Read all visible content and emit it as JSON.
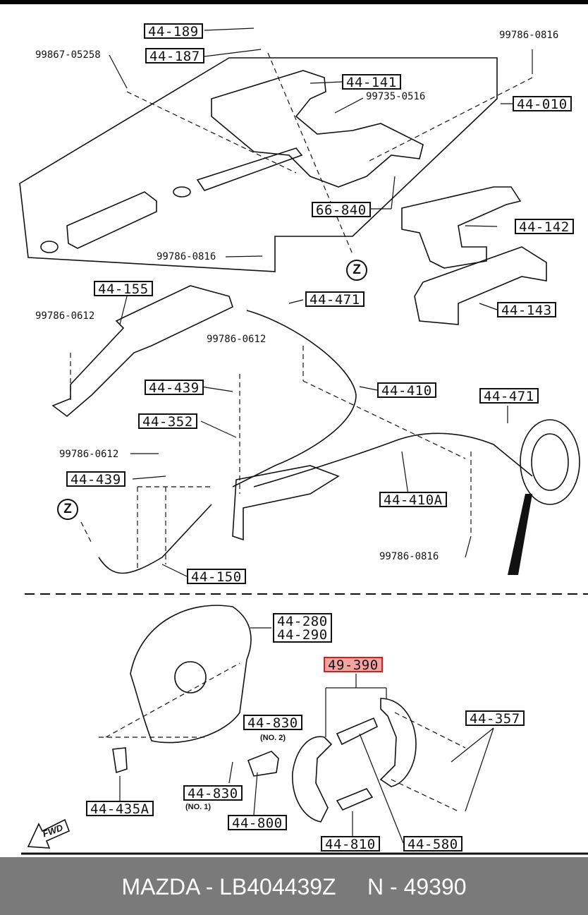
{
  "parts": {
    "p44_189": "44-189",
    "p44_187": "44-187",
    "p44_141": "44-141",
    "p44_010": "44-010",
    "p66_840": "66-840",
    "p44_142": "44-142",
    "p44_143": "44-143",
    "p44_155": "44-155",
    "p44_471a": "44-471",
    "p44_471b": "44-471",
    "p44_439a": "44-439",
    "p44_439b": "44-439",
    "p44_410": "44-410",
    "p44_352": "44-352",
    "p44_410A": "44-410A",
    "p44_150": "44-150",
    "p44_280": "44-280",
    "p44_290": "44-290",
    "p49_390": "49-390",
    "p44_357": "44-357",
    "p44_830a": "44-830",
    "p44_830b": "44-830",
    "p44_435A": "44-435A",
    "p44_800": "44-800",
    "p44_810": "44-810",
    "p44_580": "44-580"
  },
  "bolts": {
    "b99867_05258": "99867-05258",
    "b99786_0816_top": "99786-0816",
    "b99735_0516": "99735-0516",
    "b99786_0816_mid": "99786-0816",
    "b99786_0612_a": "99786-0612",
    "b99786_0612_b": "99786-0612",
    "b99786_0612_c": "99786-0612",
    "b99786_0816_low": "99786-0816"
  },
  "notes": {
    "no2": "(NO. 2)",
    "no1": "(NO. 1)"
  },
  "markers": {
    "z1": "Z",
    "z2": "Z",
    "fwd": "FWD"
  },
  "footer": {
    "text": "MAZDA - LB404439Z     N - 49390"
  },
  "colors": {
    "highlight": "#f7a3a3",
    "footer_bg": "#7a7a7a"
  }
}
